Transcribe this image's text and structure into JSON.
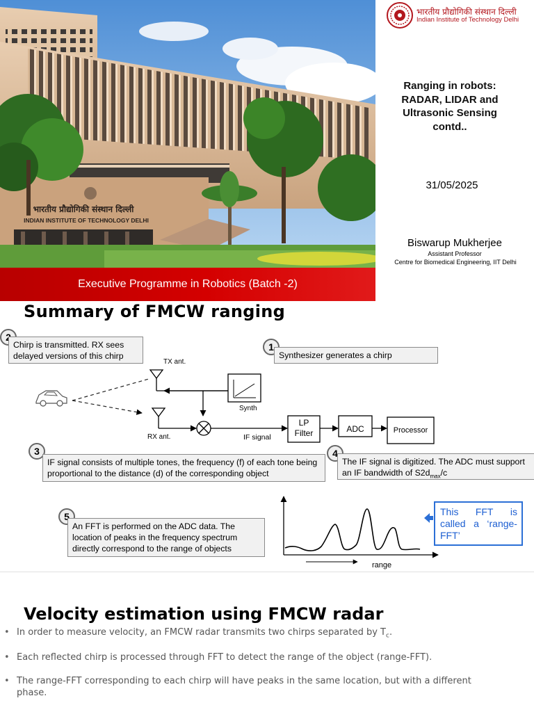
{
  "title_slide": {
    "banner": "Executive Programme in Robotics (Batch -2)",
    "institute_hindi": "भारतीय प्रौद्योगिकी संस्थान दिल्ली",
    "institute_english": "Indian Institute of Technology Delhi",
    "building_sign_hindi": "भारतीय प्रौद्योगिकी संस्थान दिल्ली",
    "building_sign_english": "INDIAN INSTITUTE OF TECHNOLOGY DELHI",
    "title_lines": [
      "Ranging in robots:",
      "RADAR, LIDAR and",
      "Ultrasonic Sensing",
      "contd.."
    ],
    "date": "31/05/2025",
    "author": "Biswarup Mukherjee",
    "role": "Assistant Professor",
    "department": "Centre for Biomedical Engineering, IIT Delhi",
    "colors": {
      "banner": "#c80000",
      "institute": "#b3171e"
    }
  },
  "summary_slide": {
    "title": "Summary of FMCW ranging",
    "steps": [
      {
        "num": "1",
        "text": "Synthesizer generates a chirp"
      },
      {
        "num": "2",
        "text": "Chirp is transmitted. RX sees delayed versions of this chirp"
      },
      {
        "num": "3",
        "text": "IF signal consists of multiple tones, the frequency (f) of each tone being proportional to the distance (d) of the corresponding object"
      },
      {
        "num": "4",
        "text_before": "The IF signal is digitized. The ADC must support an IF bandwidth of S2d",
        "text_sub": "max",
        "text_after": "/c"
      },
      {
        "num": "5",
        "text": "An FFT is performed on the ADC data. The location of peaks in the frequency spectrum directly correspond to the range of objects"
      }
    ],
    "diagram": {
      "tx_label": "TX ant.",
      "rx_label": "RX ant.",
      "synth_label": "Synth",
      "if_label": "IF signal",
      "lp_filter": [
        "LP",
        "Filter"
      ],
      "adc": "ADC",
      "processor": "Processor",
      "range_label": "range",
      "icons": [
        "car-icon",
        "antenna-icon",
        "mixer-icon",
        "chirp-icon"
      ]
    },
    "fft_callout": {
      "line1": [
        "This",
        "FFT",
        "is"
      ],
      "line2": [
        "called",
        "a",
        "‘range-"
      ],
      "line3": "FFT’",
      "color": "#2b6fd6"
    }
  },
  "velocity_slide": {
    "title": "Velocity estimation using FMCW radar",
    "bullets": [
      {
        "text": "In order to measure velocity, an FMCW radar transmits two chirps separated by T",
        "sub": "c",
        "after": "."
      },
      {
        "text": "Each reflected chirp is processed through FFT to detect the range of the object (range-FFT).",
        "sub": "",
        "after": ""
      },
      {
        "text": "The range-FFT corresponding to each chirp will have peaks in the same location, but with a different phase.",
        "sub": "",
        "after": ""
      }
    ]
  }
}
